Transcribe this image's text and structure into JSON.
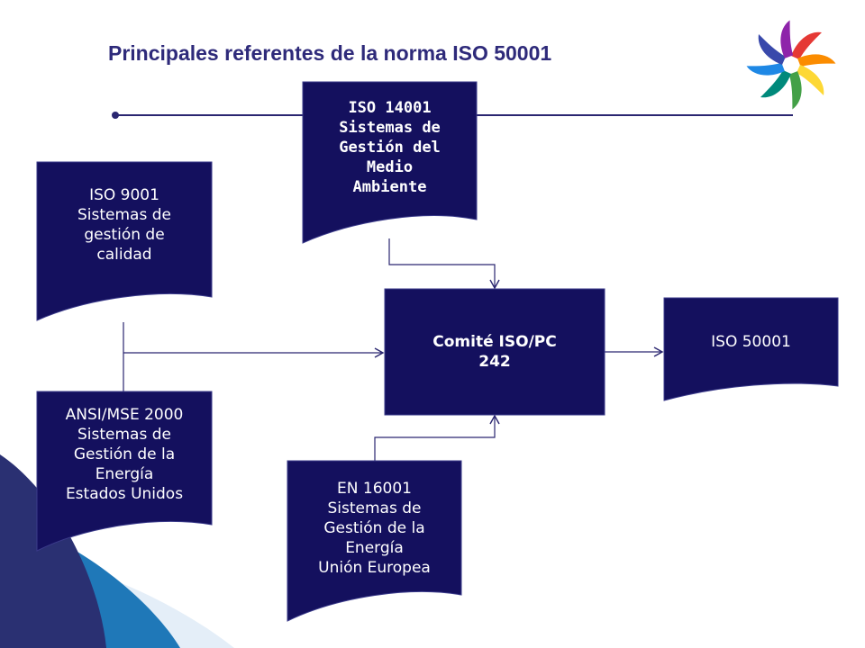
{
  "title": "Principales referentes de la norma ISO 50001",
  "colors": {
    "box_fill": "#14105e",
    "connector": "#2a2670",
    "title": "#2e2a7a",
    "wave_dark": "#2a3072",
    "wave_blue": "#1f78b8",
    "wave_light": "#e4eef8"
  },
  "logo": {
    "icon": "pinwheel-logo-icon"
  },
  "nodes": {
    "iso14001": {
      "text": "ISO 14001\nSistemas de\nGestión del\nMedio\nAmbiente"
    },
    "iso9001": {
      "text": "ISO 9001\nSistemas de\ngestión de\ncalidad"
    },
    "comite": {
      "text": "Comité ISO/PC\n242"
    },
    "iso50001": {
      "text": "ISO 50001"
    },
    "ansi": {
      "text": "ANSI/MSE 2000\nSistemas de\nGestión de  la\nEnergía\nEstados Unidos"
    },
    "en16001": {
      "text": "EN 16001\nSistemas de\nGestión de  la\nEnergía\nUnión Europea"
    }
  }
}
